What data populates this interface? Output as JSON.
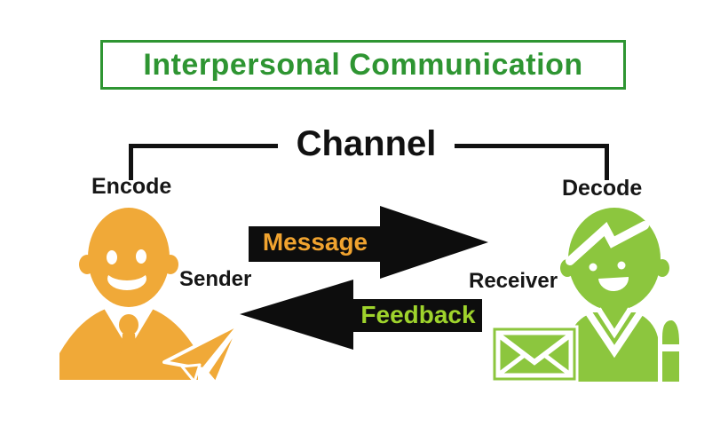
{
  "title": {
    "label": "Interpersonal Communication",
    "color": "#2e9532"
  },
  "channel": {
    "label": "Channel"
  },
  "nodes": {
    "encode": "Encode",
    "decode": "Decode",
    "sender": "Sender",
    "receiver": "Receiver"
  },
  "arrows": {
    "message": {
      "label": "Message",
      "direction": "sender-to-receiver",
      "label_color": "#f0a32f",
      "body_color": "#0d0d0d"
    },
    "feedback": {
      "label": "Feedback",
      "direction": "receiver-to-sender",
      "label_color": "#9ed32c",
      "body_color": "#0d0d0d"
    }
  },
  "icons": {
    "sender_person": {
      "name": "businessman-icon",
      "color": "#f0a938"
    },
    "paper_plane": {
      "name": "paper-plane-icon",
      "color": "#f0a938"
    },
    "receiver_person": {
      "name": "young-man-icon",
      "color": "#8cc63e"
    },
    "envelope": {
      "name": "envelope-icon",
      "color": "#8cc63e"
    }
  }
}
